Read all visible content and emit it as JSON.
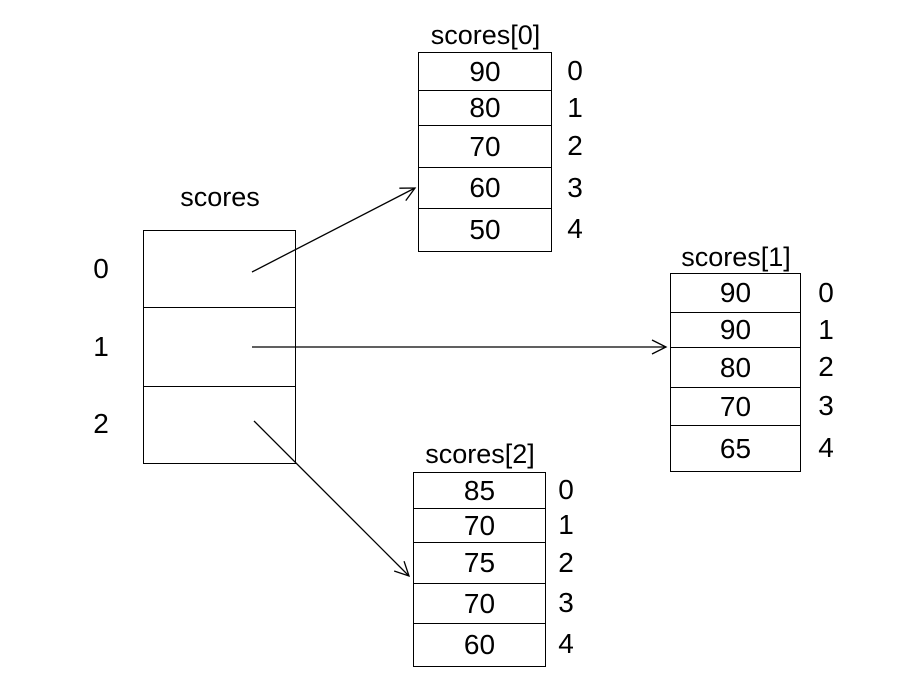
{
  "colors": {
    "background": "#ffffff",
    "line": "#000000",
    "text": "#000000"
  },
  "main_array": {
    "title": "scores",
    "indices": [
      "0",
      "1",
      "2"
    ]
  },
  "sub_arrays": [
    {
      "title": "scores[0]",
      "values": [
        "90",
        "80",
        "70",
        "60",
        "50"
      ],
      "indices": [
        "0",
        "1",
        "2",
        "3",
        "4"
      ]
    },
    {
      "title": "scores[1]",
      "values": [
        "90",
        "90",
        "80",
        "70",
        "65"
      ],
      "indices": [
        "0",
        "1",
        "2",
        "3",
        "4"
      ]
    },
    {
      "title": "scores[2]",
      "values": [
        "85",
        "70",
        "75",
        "70",
        "60"
      ],
      "indices": [
        "0",
        "1",
        "2",
        "3",
        "4"
      ]
    }
  ],
  "pointers": [
    {
      "from_index": "0",
      "to": "scores[0]"
    },
    {
      "from_index": "1",
      "to": "scores[1]"
    },
    {
      "from_index": "2",
      "to": "scores[2]"
    }
  ]
}
